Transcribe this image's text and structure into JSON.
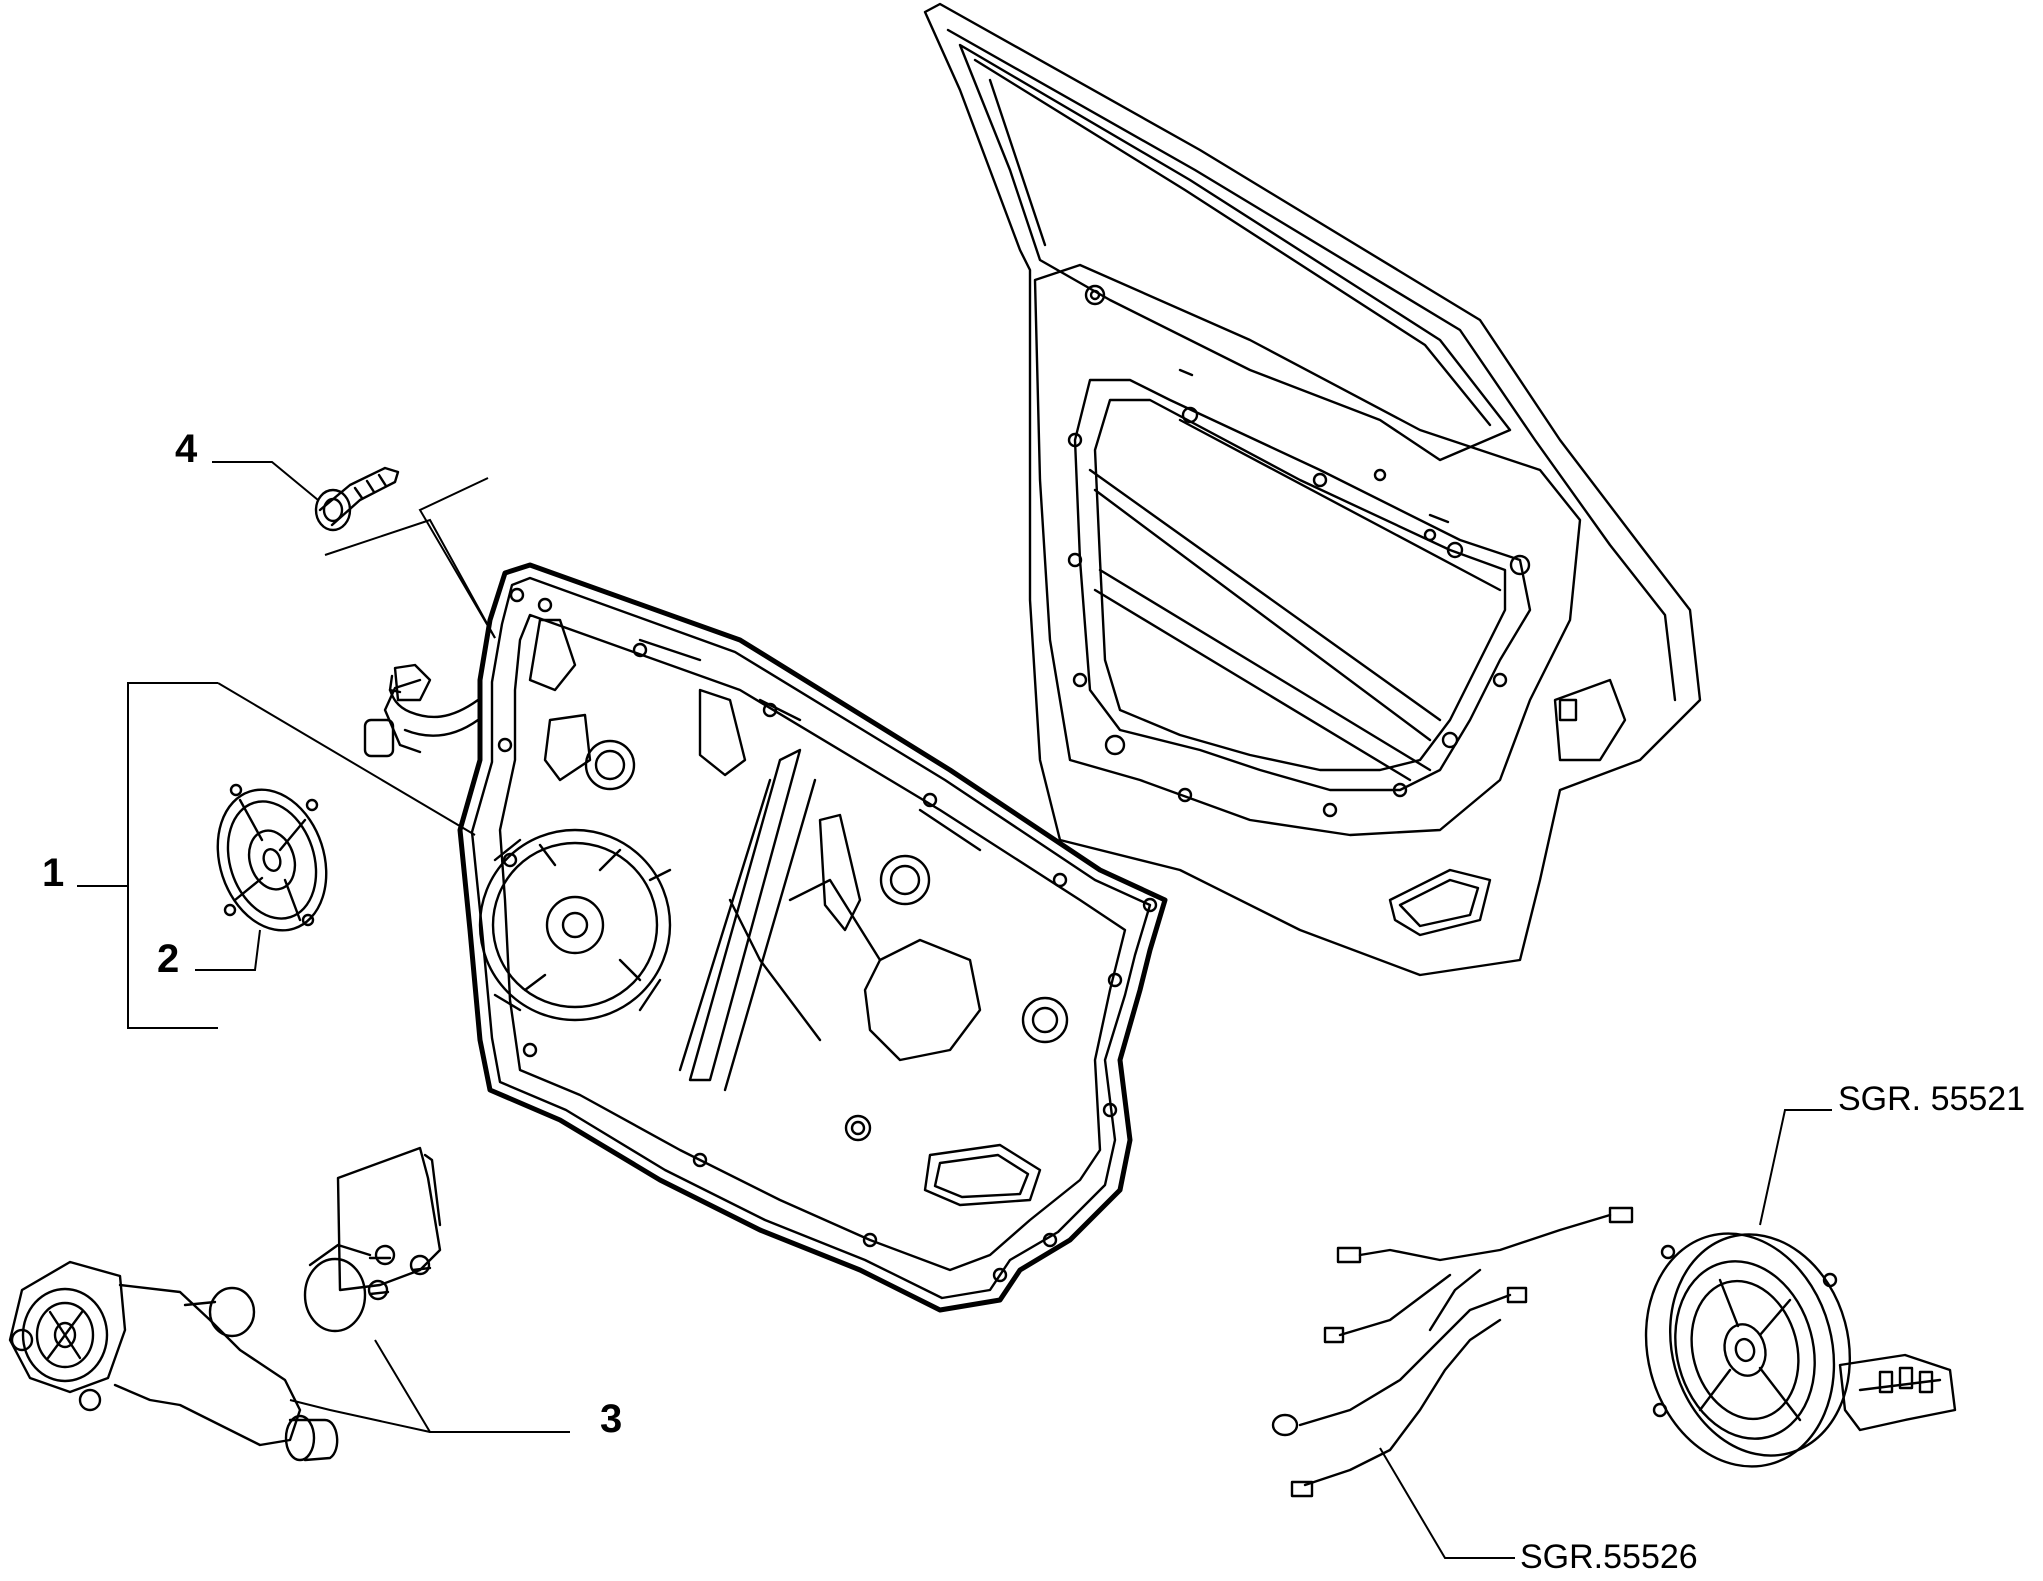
{
  "callouts": {
    "c1": "1",
    "c2": "2",
    "c3": "3",
    "c4": "4"
  },
  "references": {
    "speaker_group": "SGR. 55521",
    "harness_group": "SGR.55526"
  },
  "icons": {
    "door_frame": "door-frame-icon",
    "door_module_panel": "door-module-panel-icon",
    "speaker": "speaker-icon",
    "screw": "screw-icon",
    "window_motor": "window-motor-icon",
    "bracket": "bracket-icon",
    "wiring_harness": "wiring-harness-icon"
  }
}
